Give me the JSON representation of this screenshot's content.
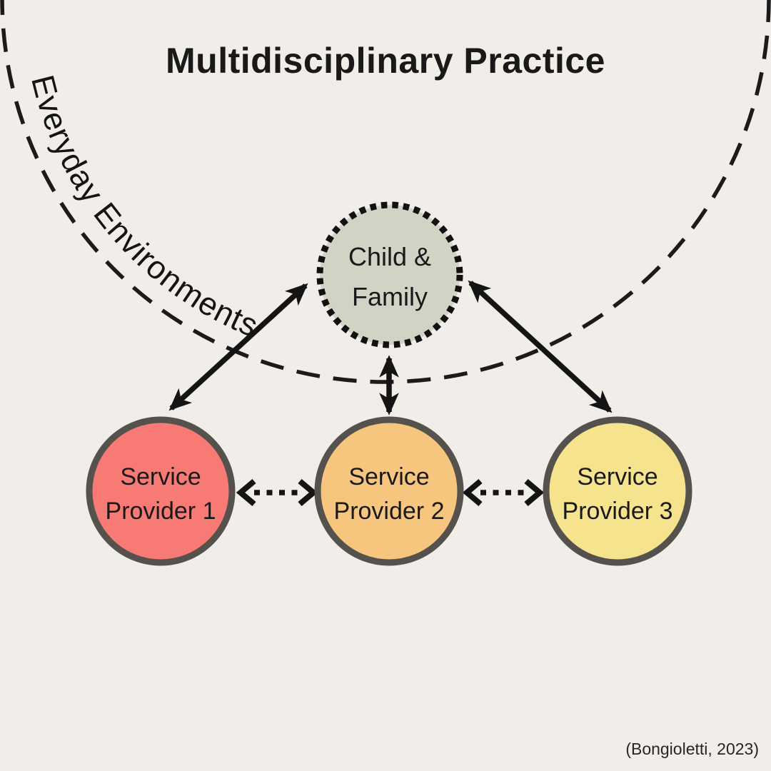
{
  "title": "Multidisciplinary Practice",
  "arc_label": "Everyday Environments",
  "citation": "(Bongioletti, 2023)",
  "center_node": {
    "label_line1": "Child &",
    "label_line2": "Family",
    "fill": "#d2d3c5"
  },
  "providers": [
    {
      "label_line1": "Service",
      "label_line2": "Provider 1",
      "fill": "#f87a74"
    },
    {
      "label_line1": "Service",
      "label_line2": "Provider 2",
      "fill": "#f6c57e"
    },
    {
      "label_line1": "Service",
      "label_line2": "Provider 3",
      "fill": "#f6e38d"
    }
  ],
  "colors": {
    "background": "#f1ede9",
    "dashed_circle": "#1b1b1b",
    "node_border": "#55524e",
    "arrow": "#141414",
    "text": "#191919"
  }
}
